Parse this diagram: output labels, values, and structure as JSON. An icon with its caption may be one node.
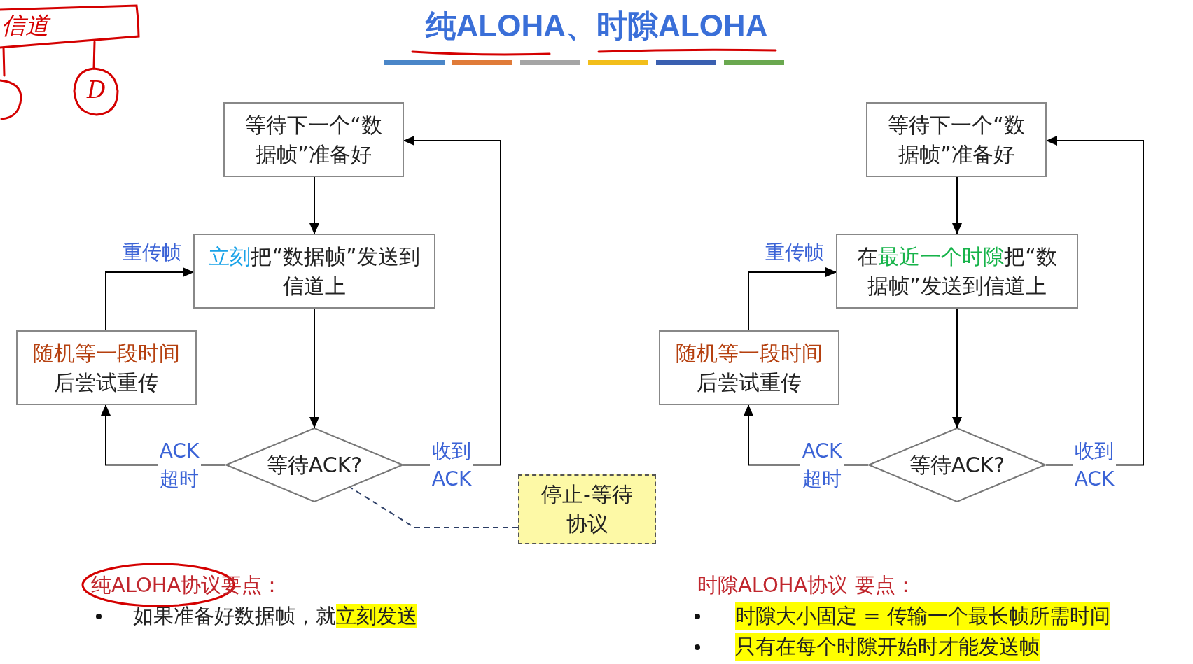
{
  "diagram": {
    "title": "纯ALOHA、时隙ALOHA",
    "nodes": [
      {
        "text": [
          "等待下一个“数据帧”准备好"
        ]
      },
      {
        "text": [
          "**立刻**把“数据帧”发送到信道上"
        ]
      },
      {
        "text": [
          "**随机等一段时间**后尝试重传"
        ]
      },
      {
        "text": [
          "等待ACK?"
        ]
      },
      {
        "text": [
          "停止-等待协议"
        ]
      },
      {
        "text": [
          "等待下一个“数据帧”准备好"
        ]
      },
      {
        "text": [
          "在**最近一个时隙**把“数据帧”发送到信道上"
        ]
      },
      {
        "text": [
          "**随机等一段时间**后尝试重传"
        ]
      },
      {
        "text": [
          "等待ACK?"
        ]
      }
    ],
    "edges": [
      {
        "from": 0,
        "to": 1,
        "arrow": "to"
      },
      {
        "from": 1,
        "to": 3,
        "arrow": "to"
      },
      {
        "from": 3,
        "to": 2,
        "arrow": "to",
        "label": "ACK超时"
      },
      {
        "from": 2,
        "to": 1,
        "arrow": "to",
        "label": "重传帧"
      },
      {
        "from": 3,
        "to": 0,
        "arrow": "to",
        "label": "收到ACK"
      },
      {
        "from": 4,
        "to": 3,
        "arrow": "none",
        "style": "dashed",
        "color": "#2c3e66"
      },
      {
        "from": 5,
        "to": 6,
        "arrow": "to"
      },
      {
        "from": 6,
        "to": 8,
        "arrow": "to"
      },
      {
        "from": 8,
        "to": 7,
        "arrow": "to",
        "label": "ACK超时"
      },
      {
        "from": 7,
        "to": 6,
        "arrow": "to",
        "label": "重传帧"
      },
      {
        "from": 8,
        "to": 5,
        "arrow": "to",
        "label": "收到ACK"
      }
    ],
    "labels": [
      "信道",
      "D",
      "纯ALOHA协议要点：",
      "如果准备好数据帧，就**立刻发送**",
      "时隙ALOHA协议 要点：",
      "时隙大小固定 = 传输一个最长帧所需时间",
      "只有在每个时隙开始时才能发送帧"
    ]
  }
}
